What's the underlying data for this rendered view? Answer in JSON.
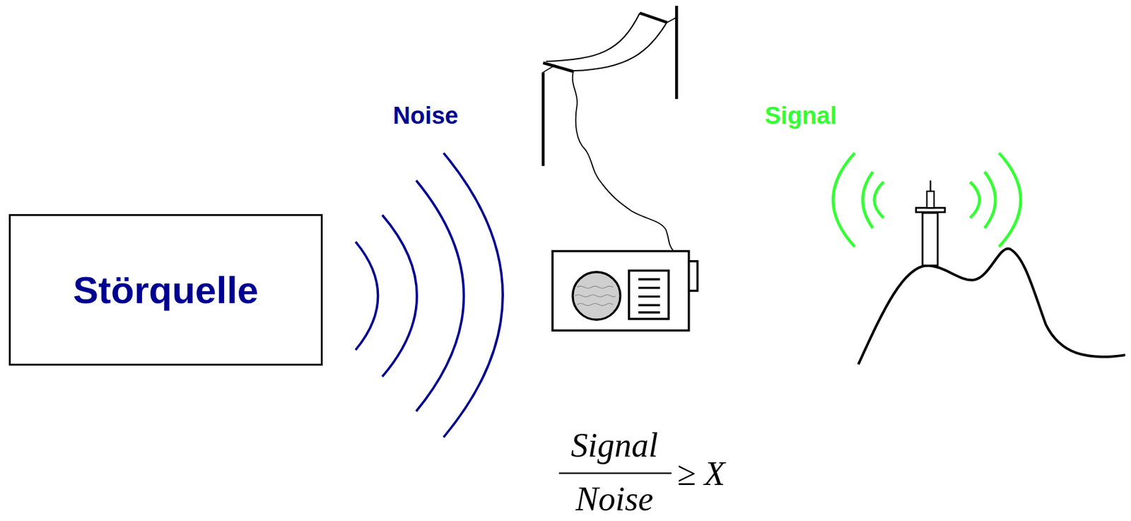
{
  "diagram": {
    "nodes": [
      {
        "text": [
          "Störquelle"
        ]
      }
    ],
    "labels": [
      "Noise",
      "Signal",
      "Signal",
      "Noise",
      "≥ X"
    ]
  }
}
